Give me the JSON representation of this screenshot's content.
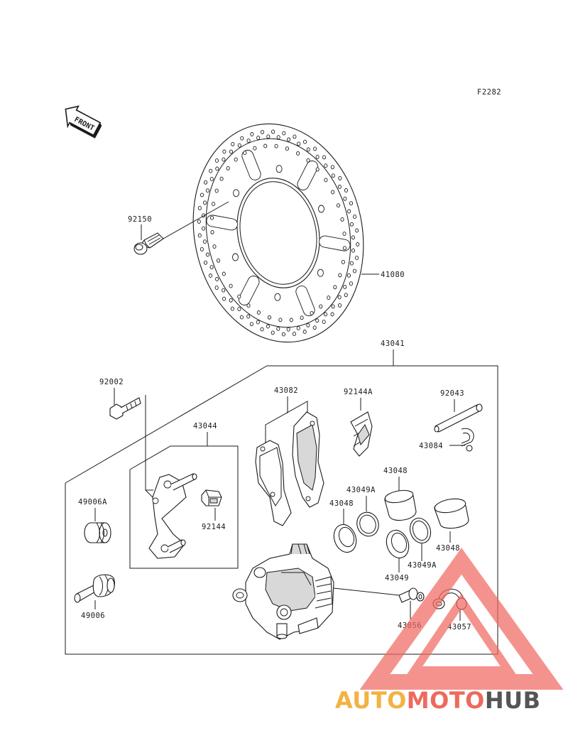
{
  "figure_code": "F2282",
  "front_label": "FRONT",
  "parts": {
    "disc": "41080",
    "disc_bolt": "92150",
    "caliper_assy": "43041",
    "bolt": "92002",
    "pads": "43082",
    "pad_spring": "92144A",
    "pin": "92043",
    "clip": "43084",
    "holder": "43044",
    "holder_spring": "92144",
    "boot": "49006A",
    "slide_pin": "49006",
    "piston_left": "43048",
    "piston_right": "43048",
    "seal_dust_left": "43049A",
    "seal_dust_right": "43049A",
    "seal_left": "43048",
    "seal_right": "43049",
    "bleed_valve": "43056",
    "cap": "43057"
  },
  "watermark": {
    "word1": "AUTO",
    "word2": "MOTO",
    "word3": "HUB",
    "colors": {
      "auto": "#f2b342",
      "moto": "#ee6a5e",
      "hub": "#555555",
      "triangle": "#f06a62"
    }
  }
}
